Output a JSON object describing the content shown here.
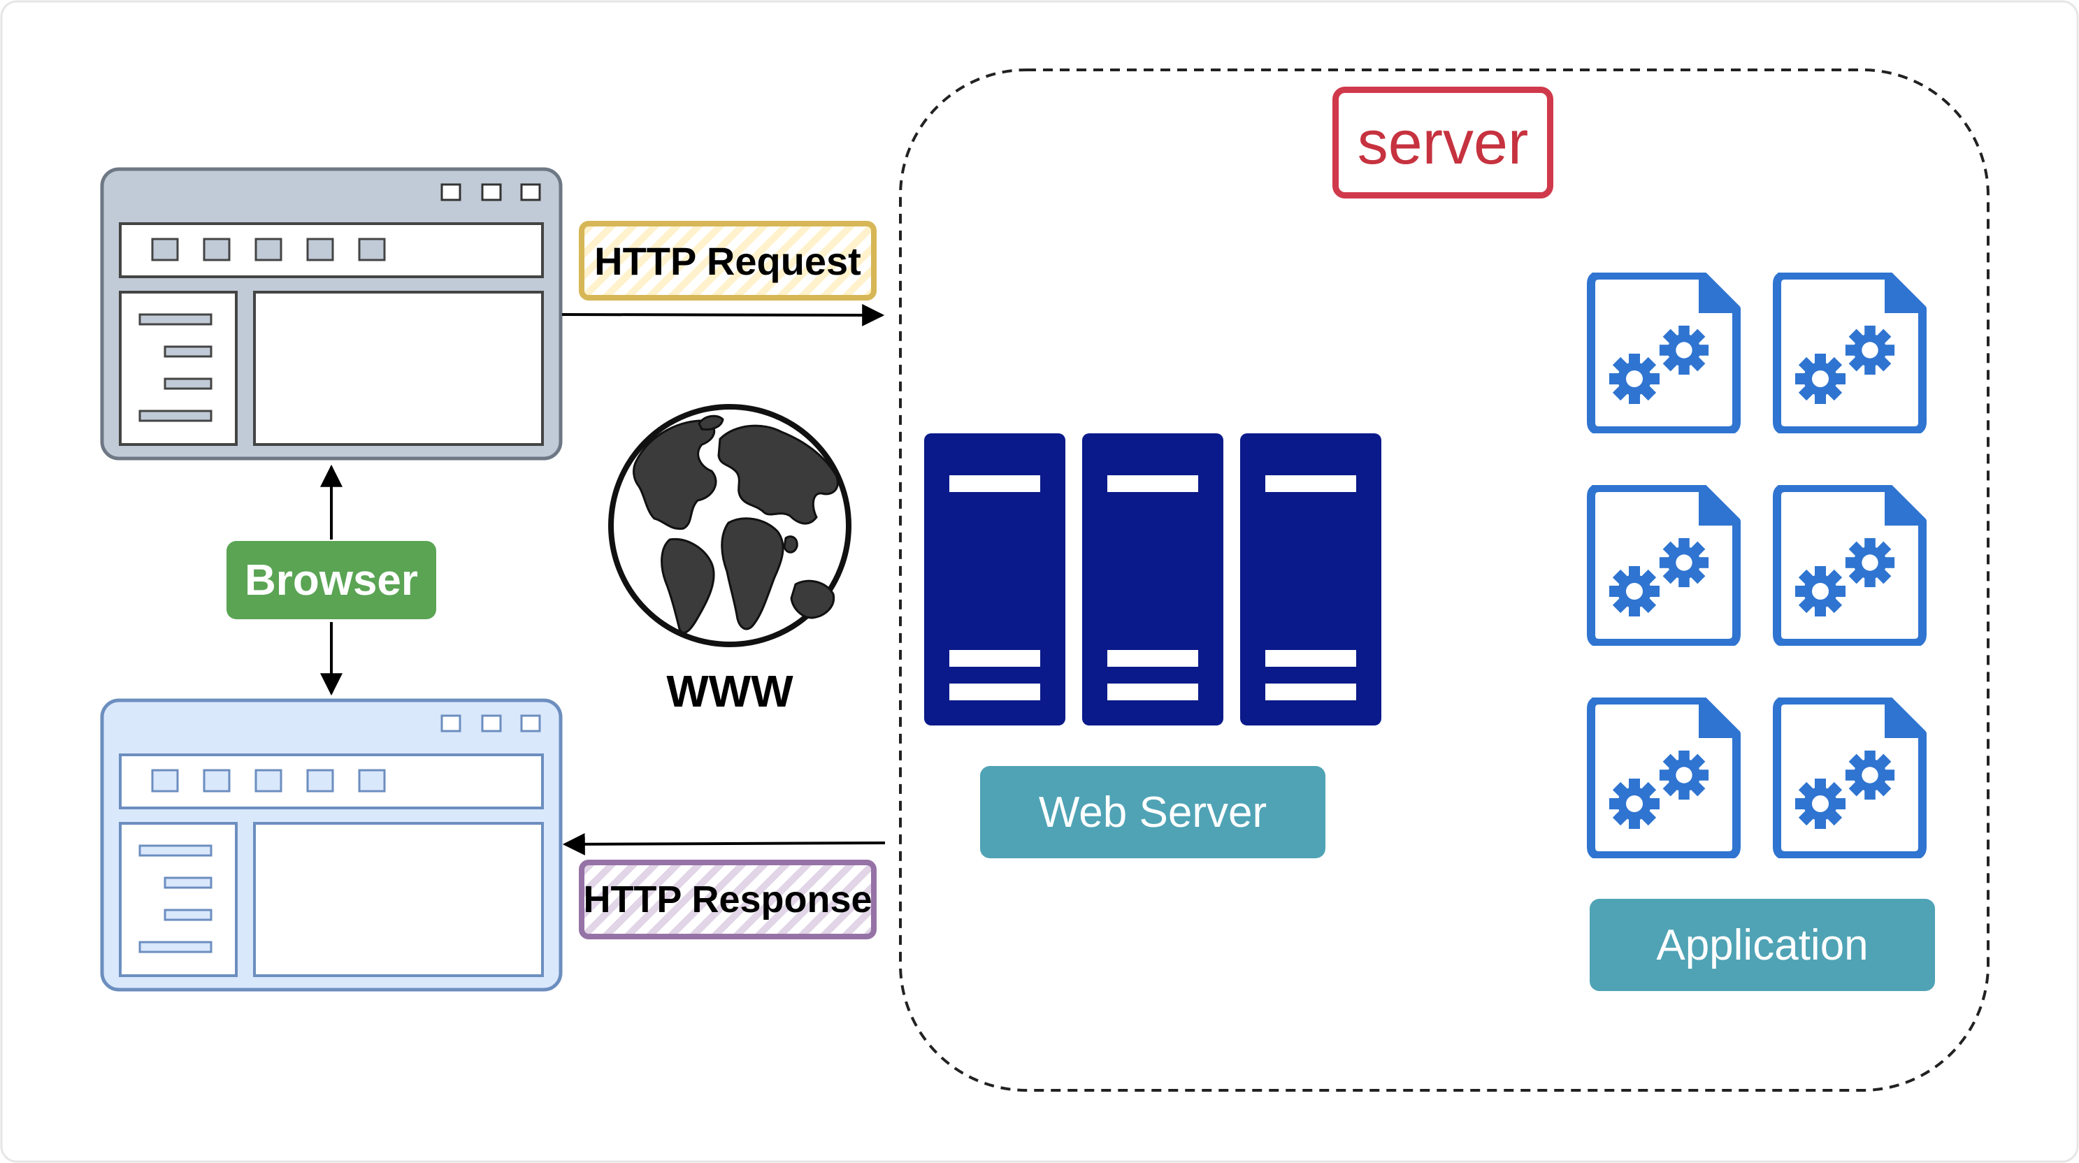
{
  "diagram": {
    "server_label": "server",
    "http_request": "HTTP Request",
    "http_response": "HTTP Response",
    "browser_label": "Browser",
    "www_label": "WWW",
    "web_server_label": "Web Server",
    "application_label": "Application"
  },
  "colors": {
    "browser_window_top": "#c1cbd7",
    "browser_window_bottom": "#dae8fc",
    "server_rack": "#0a1a8a",
    "app_icon": "#2f74d0",
    "label_teal": "#4fa3b5",
    "browser_green": "#5aa454",
    "server_red": "#d0394b",
    "request_yellow": "#d6b656",
    "response_purple": "#9673a6"
  },
  "icons": [
    "browser-window-icon",
    "globe-icon",
    "server-rack-icon",
    "application-gear-document-icon"
  ]
}
